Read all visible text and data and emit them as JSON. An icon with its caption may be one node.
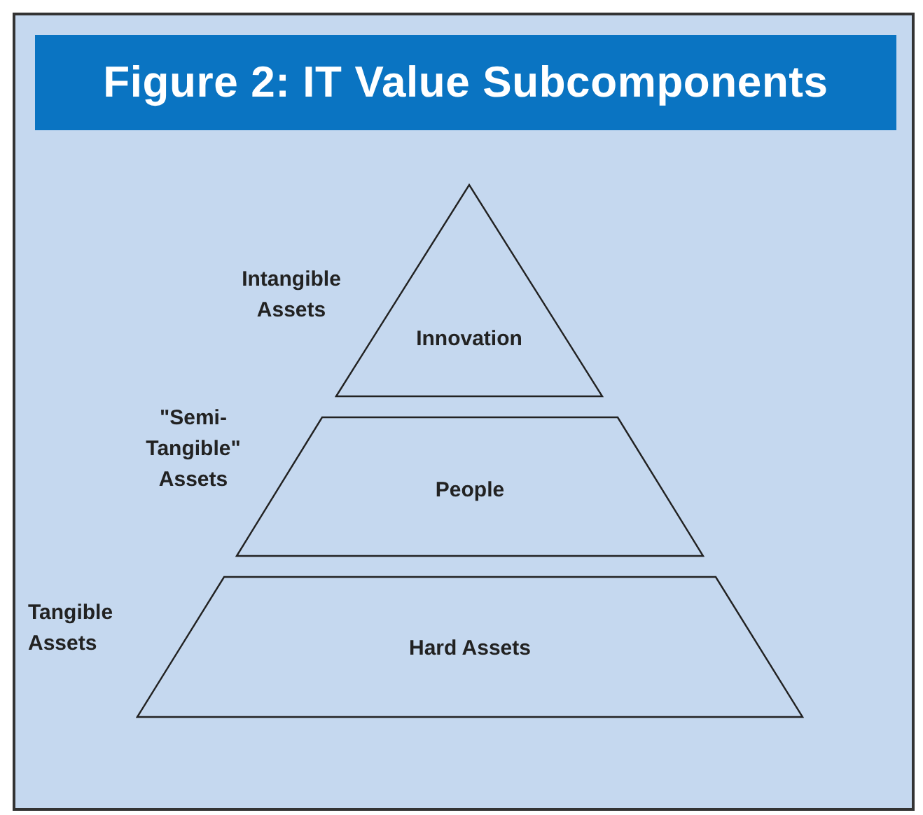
{
  "diagram": {
    "title": "Figure 2: IT Value Subcomponents",
    "nodes": [
      {
        "text": [
          "Innovation"
        ],
        "beside": [
          "Intangible Assets"
        ]
      },
      {
        "text": [
          "People"
        ],
        "beside": [
          "\"Semi-Tangible\" Assets"
        ]
      },
      {
        "text": [
          "Hard Assets"
        ],
        "beside": [
          "Tangible Assets"
        ]
      }
    ]
  }
}
